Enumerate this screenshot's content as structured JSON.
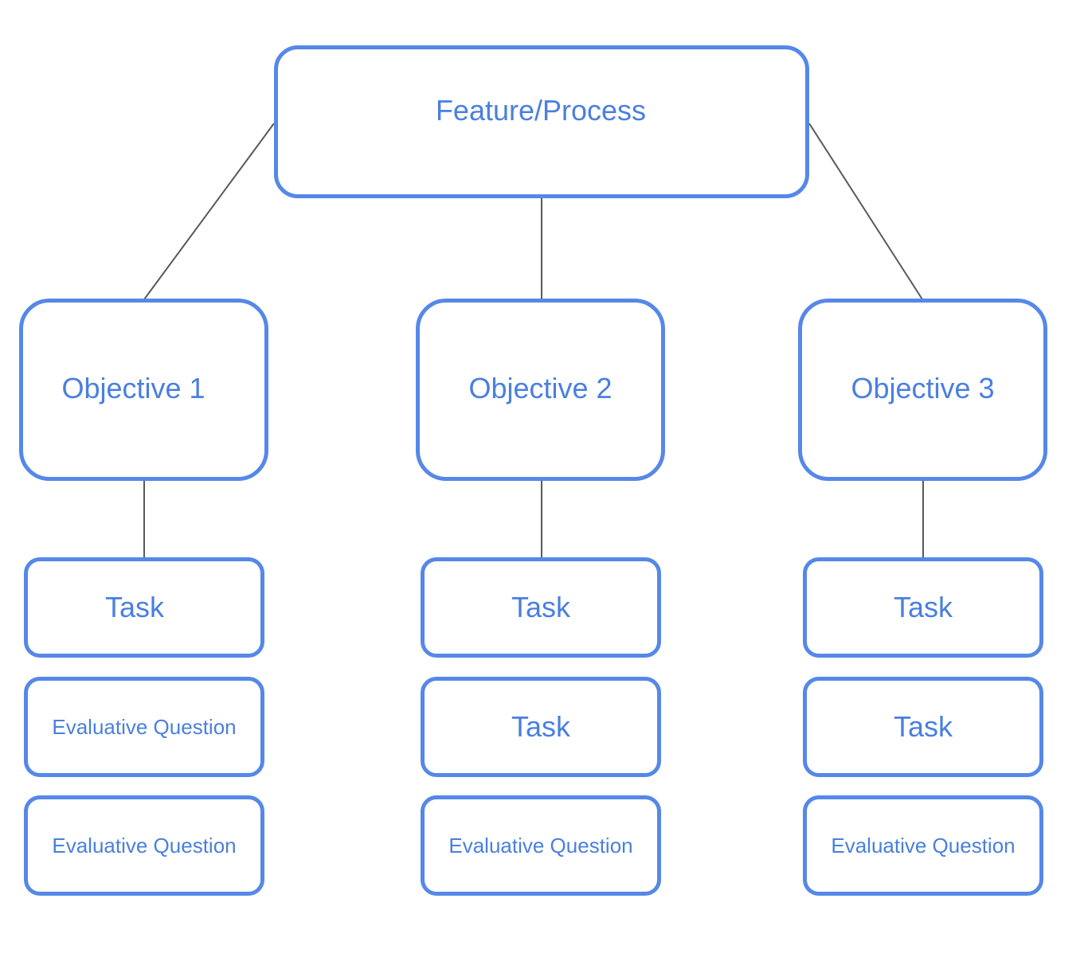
{
  "diagram": {
    "root": {
      "label": "Feature/Process"
    },
    "objectives": [
      {
        "label": "Objective 1",
        "children": [
          {
            "label": "Task"
          },
          {
            "label": "Evaluative Question"
          },
          {
            "label": "Evaluative Question"
          }
        ]
      },
      {
        "label": "Objective 2",
        "children": [
          {
            "label": "Task"
          },
          {
            "label": "Task"
          },
          {
            "label": "Evaluative Question"
          }
        ]
      },
      {
        "label": "Objective 3",
        "children": [
          {
            "label": "Task"
          },
          {
            "label": "Task"
          },
          {
            "label": "Evaluative Question"
          }
        ]
      }
    ],
    "colors": {
      "node_border": "#5588e8",
      "node_text": "#4a7fe0",
      "connector": "#595959"
    }
  }
}
